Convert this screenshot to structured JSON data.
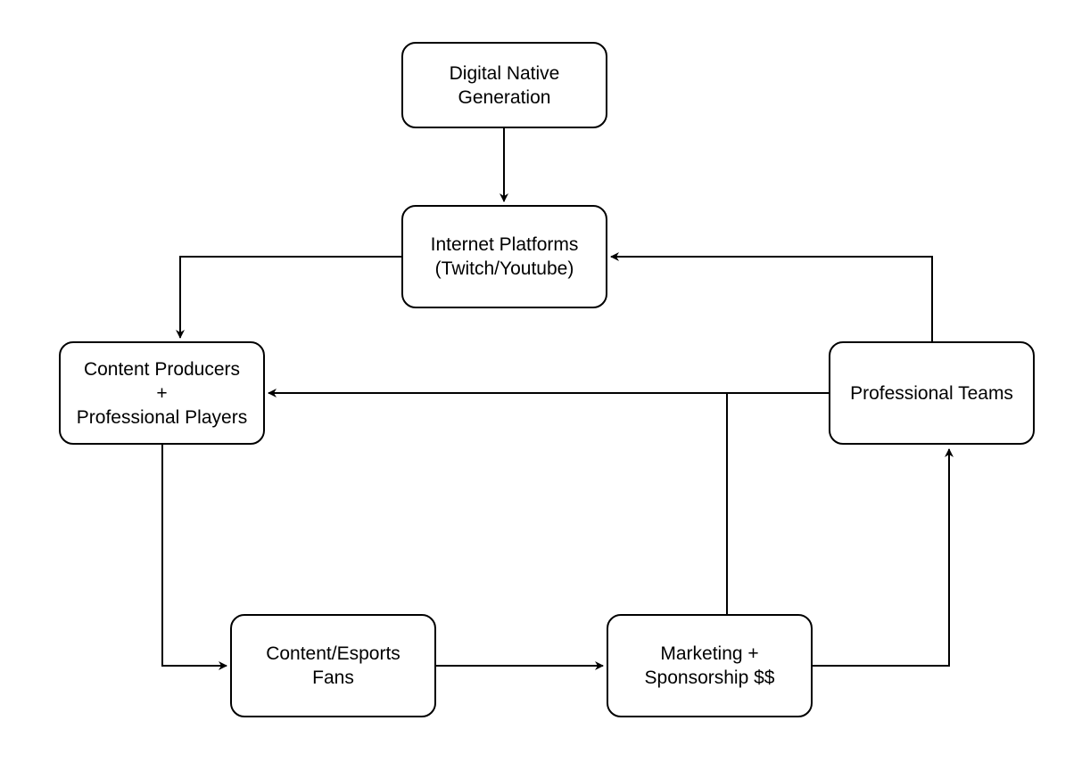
{
  "diagram": {
    "nodes": {
      "digital": {
        "lines": [
          "Digital Native",
          "Generation"
        ]
      },
      "platforms": {
        "lines": [
          "Internet Platforms",
          "(Twitch/Youtube)"
        ]
      },
      "producers": {
        "lines": [
          "Content Producers",
          "+",
          "Professional Players"
        ]
      },
      "teams": {
        "lines": [
          "Professional Teams"
        ]
      },
      "fans": {
        "lines": [
          "Content/Esports",
          "Fans"
        ]
      },
      "marketing": {
        "lines": [
          "Marketing +",
          "Sponsorship $$"
        ]
      }
    },
    "edges": [
      {
        "from": "Digital Native Generation",
        "to": "Internet Platforms (Twitch/Youtube)"
      },
      {
        "from": "Internet Platforms (Twitch/Youtube)",
        "to": "Content Producers + Professional Players"
      },
      {
        "from": "Professional Teams",
        "to": "Internet Platforms (Twitch/Youtube)"
      },
      {
        "from": "Professional Teams",
        "to": "Content Producers + Professional Players"
      },
      {
        "from": "Marketing + Sponsorship $$",
        "to": "Content Producers + Professional Players"
      },
      {
        "from": "Content Producers + Professional Players",
        "to": "Content/Esports Fans"
      },
      {
        "from": "Content/Esports Fans",
        "to": "Marketing + Sponsorship $$"
      },
      {
        "from": "Marketing + Sponsorship $$",
        "to": "Professional Teams"
      }
    ],
    "colors": {
      "stroke": "#000000",
      "background": "#ffffff"
    }
  }
}
